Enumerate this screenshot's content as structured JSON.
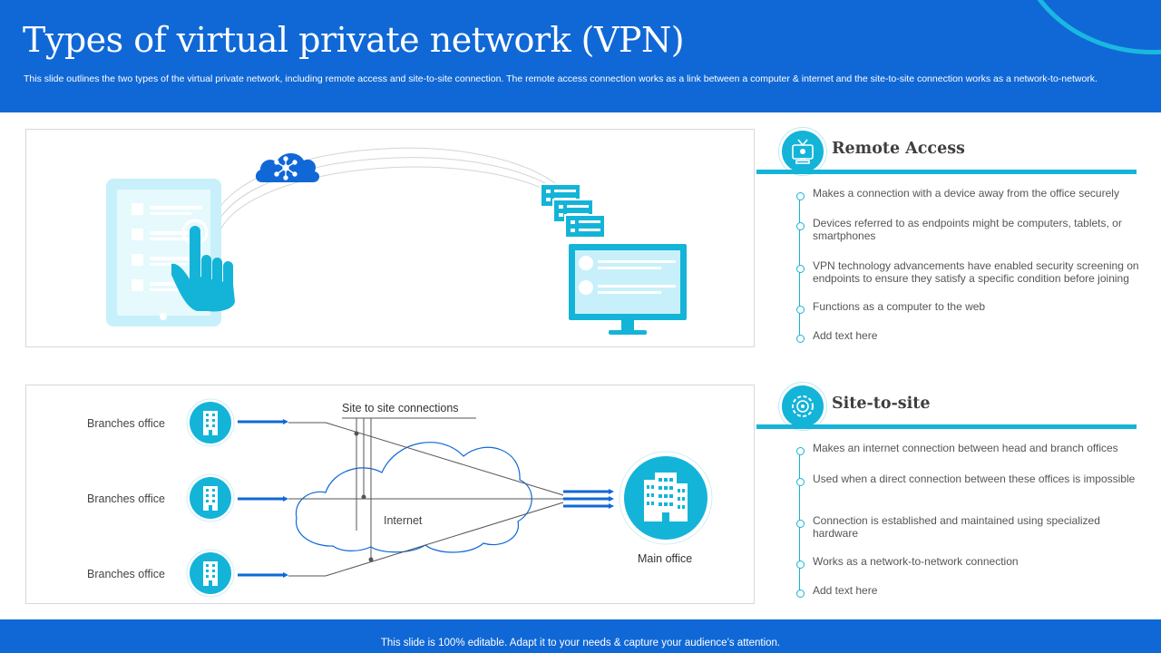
{
  "title": "Types of virtual private network (VPN)",
  "subtitle": "This slide outlines the two types of the virtual private network, including remote access and site-to-site connection. The remote access connection works as a link between a computer &  internet and the site-to-site connection works as a network-to-network.",
  "footer": "This slide is 100% editable. Adapt it to your needs & capture your audience’s attention.",
  "colors": {
    "brand_blue": "#1068d6",
    "accent_cyan": "#14b4d8",
    "light_cyan": "#c8f0fa"
  },
  "remote_access": {
    "title": "Remote Access",
    "icon": "remote-computer-icon",
    "bullets": [
      "Makes a connection with a device away from the office securely",
      "Devices referred to as endpoints might be computers, tablets, or smartphones",
      "VPN technology advancements have enabled security screening on endpoints to ensure they satisfy a specific condition before joining",
      "Functions as a computer to the web",
      "Add text here"
    ]
  },
  "site_to_site": {
    "title": "Site-to-site",
    "icon": "network-gear-icon",
    "bullets": [
      "Makes an internet connection between head and branch offices",
      "Used when a direct connection between these offices is impossible",
      "Connection is established and maintained using specialized hardware",
      "Works as a network-to-network connection",
      "Add text here"
    ]
  },
  "diagram": {
    "branches": [
      "Branches office",
      "Branches office",
      "Branches office"
    ],
    "connections_label": "Site to site connections",
    "internet_label": "Internet",
    "main_office_label": "Main office"
  }
}
